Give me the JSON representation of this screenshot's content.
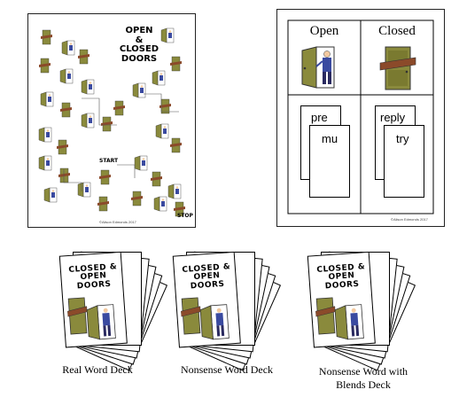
{
  "board": {
    "title_lines": [
      "OPEN",
      "&",
      "CLOSED",
      "DOORS"
    ],
    "start_label": "START",
    "stop_label": "STOP",
    "footer": "©Alison Edmonds 2017"
  },
  "sort_mat": {
    "open_label": "Open",
    "closed_label": "Closed",
    "left_cards": [
      "pre",
      "mu"
    ],
    "right_cards": [
      "reply",
      "try"
    ],
    "footer": "©Alison Edmonds 2017"
  },
  "decks": [
    {
      "title_lines": [
        "CLOSED &",
        "OPEN",
        "DOORS"
      ],
      "caption_lines": [
        "Real Word Deck"
      ]
    },
    {
      "title_lines": [
        "CLOSED &",
        "OPEN",
        "DOORS"
      ],
      "caption_lines": [
        "Nonsense Word Deck"
      ]
    },
    {
      "title_lines": [
        "CLOSED &",
        "OPEN",
        "DOORS"
      ],
      "caption_lines": [
        "Nonsense Word with",
        "Blends Deck"
      ]
    }
  ],
  "colors": {
    "door_green": "#8a8a3c",
    "door_dark": "#5a5a20",
    "sign_brown": "#8b4a2a",
    "man_blue": "#3a4aa0"
  }
}
